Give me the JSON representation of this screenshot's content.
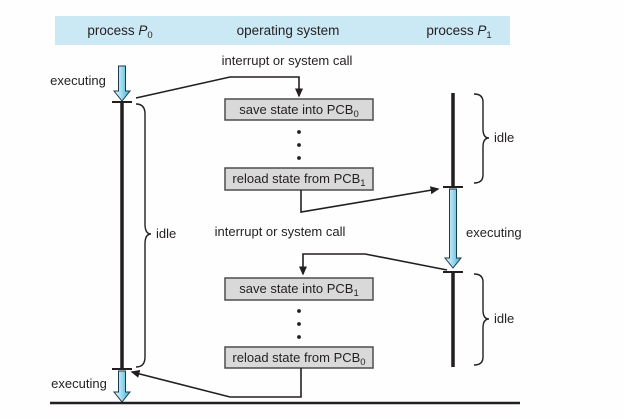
{
  "header": {
    "columns": [
      {
        "label": "process ",
        "symbol": "P",
        "sub": "0"
      },
      {
        "label": "operating system",
        "symbol": "",
        "sub": ""
      },
      {
        "label": "process ",
        "symbol": "P",
        "sub": "1"
      }
    ]
  },
  "p0": {
    "executing_top": "executing",
    "idle": "idle",
    "executing_bottom": "executing"
  },
  "p1": {
    "idle_top": "idle",
    "executing": "executing",
    "idle_bottom": "idle"
  },
  "os": {
    "interrupt_top": "interrupt or system call",
    "interrupt_mid": "interrupt or system call",
    "boxes": [
      {
        "text": "save state into PCB",
        "sub": "0"
      },
      {
        "text": "reload state from PCB",
        "sub": "1"
      },
      {
        "text": "save state into PCB",
        "sub": "1"
      },
      {
        "text": "reload state from PCB",
        "sub": "0"
      }
    ]
  },
  "colors": {
    "header_bg": "#cbe8f5",
    "box_fill": "#d9d9da",
    "box_border": "#4d4d4f",
    "line": "#231f20",
    "arrow_light": "#e7f6fc",
    "arrow_mid": "#a7def1",
    "arrow_dark": "#36b0da"
  }
}
